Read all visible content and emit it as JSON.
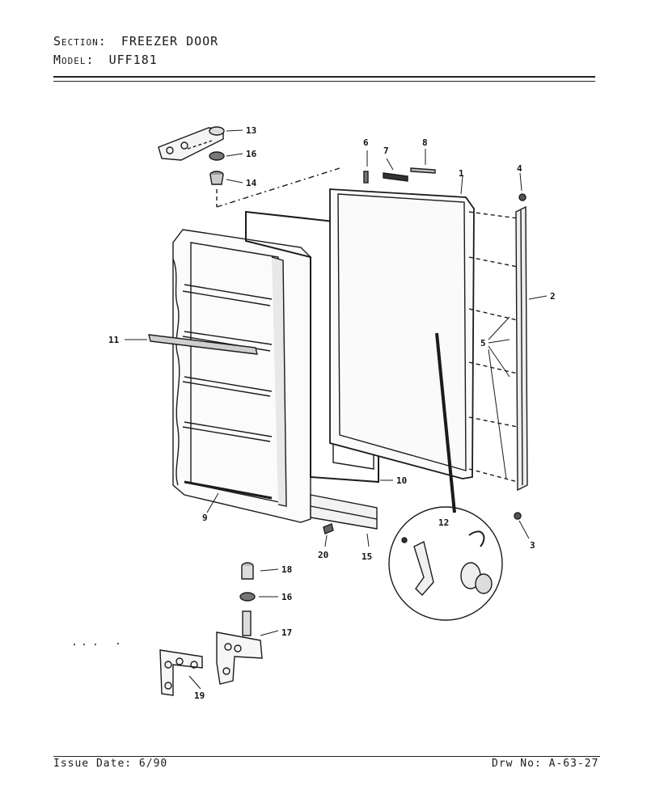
{
  "header": {
    "section_label": "Section:",
    "section_value": "FREEZER DOOR",
    "model_label": "Model:",
    "model_value": "UFF181"
  },
  "footer": {
    "issue_date": "Issue Date: 6/90",
    "drawing_number": "Drw No: A-63-27"
  },
  "callouts": {
    "c1": "1",
    "c2": "2",
    "c3": "3",
    "c4": "4",
    "c5": "5",
    "c6": "6",
    "c7": "7",
    "c8": "8",
    "c9": "9",
    "c10": "10",
    "c11": "11",
    "c12": "12",
    "c13": "13",
    "c14": "14",
    "c15": "15",
    "c16a": "16",
    "c16b": "16",
    "c17": "17",
    "c18": "18",
    "c19": "19",
    "c20": "20"
  }
}
